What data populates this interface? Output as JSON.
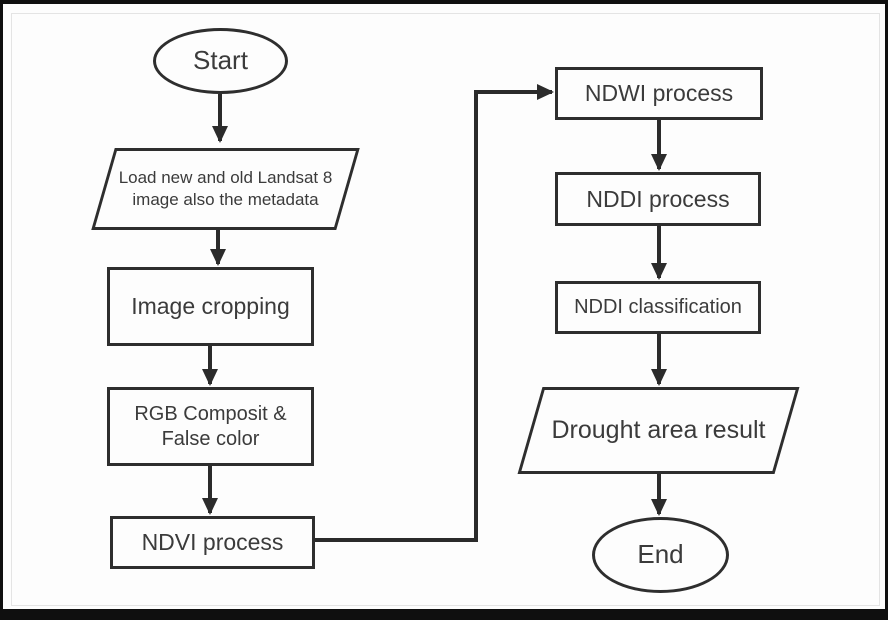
{
  "diagram": {
    "type": "flowchart",
    "colors": {
      "background": "#fdfdfd",
      "stroke": "#2b2b2b",
      "text": "#3b3b3b",
      "outer_border": "#0f0f0f"
    },
    "nodes": {
      "start": {
        "shape": "ellipse",
        "label": "Start"
      },
      "load_data": {
        "shape": "parallelogram",
        "label": "Load new and old Landsat 8 image also the metadata"
      },
      "image_cropping": {
        "shape": "rectangle",
        "label": "Image cropping"
      },
      "rgb_composit": {
        "shape": "rectangle",
        "label": "RGB Composit & False color"
      },
      "ndvi_process": {
        "shape": "rectangle",
        "label": "NDVI process"
      },
      "ndwi_process": {
        "shape": "rectangle",
        "label": "NDWI process"
      },
      "nddi_process": {
        "shape": "rectangle",
        "label": "NDDI process"
      },
      "nddi_classification": {
        "shape": "rectangle",
        "label": "NDDI classification"
      },
      "drought_result": {
        "shape": "parallelogram",
        "label": "Drought area result"
      },
      "end": {
        "shape": "ellipse",
        "label": "End"
      }
    },
    "edges": [
      {
        "from": "start",
        "to": "load_data"
      },
      {
        "from": "load_data",
        "to": "image_cropping"
      },
      {
        "from": "image_cropping",
        "to": "rgb_composit"
      },
      {
        "from": "rgb_composit",
        "to": "ndvi_process"
      },
      {
        "from": "ndvi_process",
        "to": "ndwi_process"
      },
      {
        "from": "ndwi_process",
        "to": "nddi_process"
      },
      {
        "from": "nddi_process",
        "to": "nddi_classification"
      },
      {
        "from": "nddi_classification",
        "to": "drought_result"
      },
      {
        "from": "drought_result",
        "to": "end"
      }
    ]
  }
}
